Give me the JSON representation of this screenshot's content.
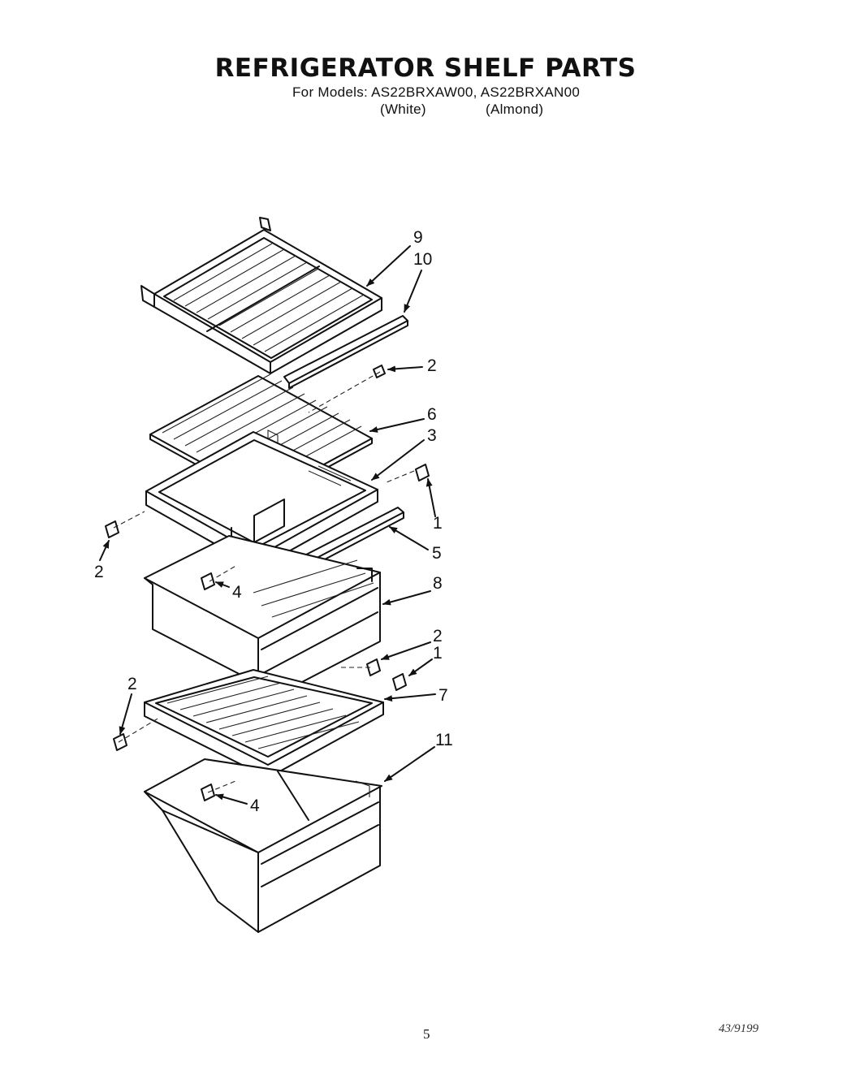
{
  "header": {
    "title": "REFRIGERATOR SHELF PARTS",
    "models_line": "For Models: AS22BRXAW00, AS22BRXAN00",
    "variant_white": "(White)",
    "variant_almond": "(Almond)"
  },
  "callouts": {
    "c9": "9",
    "c10": "10",
    "c2a": "2",
    "c6": "6",
    "c3": "3",
    "c1a": "1",
    "c5": "5",
    "c2b": "2",
    "c4a": "4",
    "c8": "8",
    "c2c": "2",
    "c1b": "1",
    "c7": "7",
    "c2d": "2",
    "c11": "11",
    "c4b": "4"
  },
  "footer": {
    "page_number": "5",
    "doc_code": "43/9199"
  }
}
